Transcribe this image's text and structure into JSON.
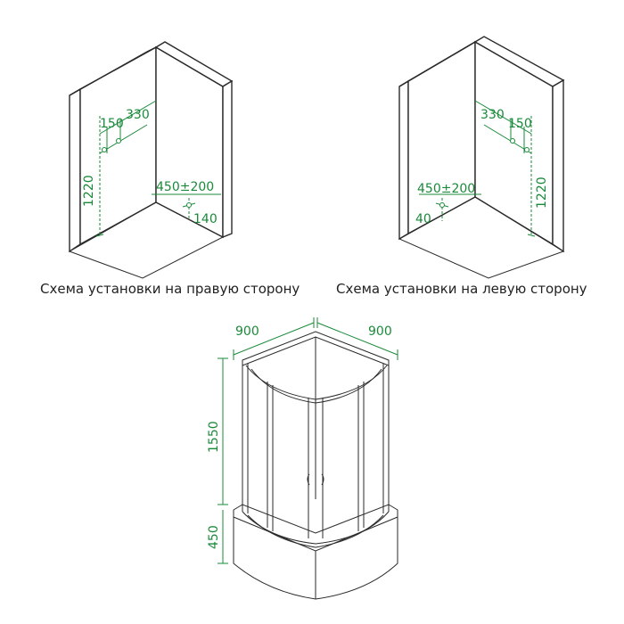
{
  "left_scheme": {
    "caption": "Схема установки на правую сторону",
    "dims": {
      "d150": "150",
      "d330": "330",
      "d1220": "1220",
      "d450": "450±200",
      "d140": "140"
    }
  },
  "right_scheme": {
    "caption": "Схема установки на левую сторону",
    "dims": {
      "d330": "330",
      "d150": "150",
      "d1220": "1220",
      "d450": "450±200",
      "d40": "40"
    }
  },
  "cabin": {
    "width_left": "900",
    "width_right": "900",
    "height_glass": "1550",
    "height_tray": "450"
  },
  "colors": {
    "dimension": "#1a8a3a",
    "outline": "#2a2a2a"
  }
}
